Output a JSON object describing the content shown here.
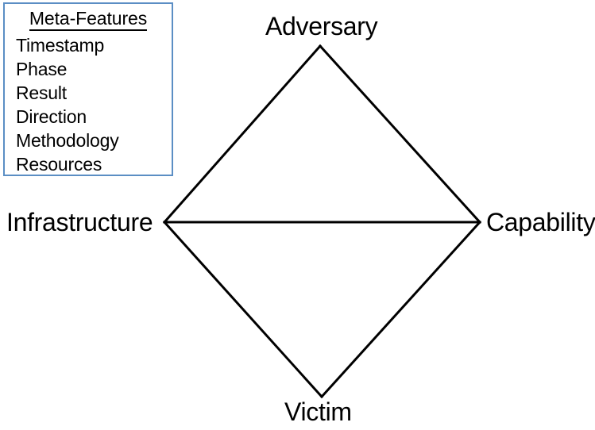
{
  "figure": {
    "name": "diamond-model-of-intrusion-analysis",
    "background_color": "#ffffff",
    "line_color": "#000000",
    "line_width": 3
  },
  "meta_panel": {
    "title": "Meta-Features",
    "border_color": "#5b8ec4",
    "items": [
      {
        "label": "Timestamp"
      },
      {
        "label": "Phase"
      },
      {
        "label": "Result"
      },
      {
        "label": "Direction"
      },
      {
        "label": "Methodology"
      },
      {
        "label": "Resources"
      }
    ]
  },
  "diagram": {
    "vertices": {
      "top": "Adversary",
      "left": "Infrastructure",
      "right": "Capability",
      "bottom": "Victim"
    },
    "edges": [
      {
        "from": "Adversary",
        "to": "Infrastructure"
      },
      {
        "from": "Adversary",
        "to": "Capability"
      },
      {
        "from": "Infrastructure",
        "to": "Victim"
      },
      {
        "from": "Capability",
        "to": "Victim"
      },
      {
        "from": "Infrastructure",
        "to": "Capability"
      }
    ]
  }
}
